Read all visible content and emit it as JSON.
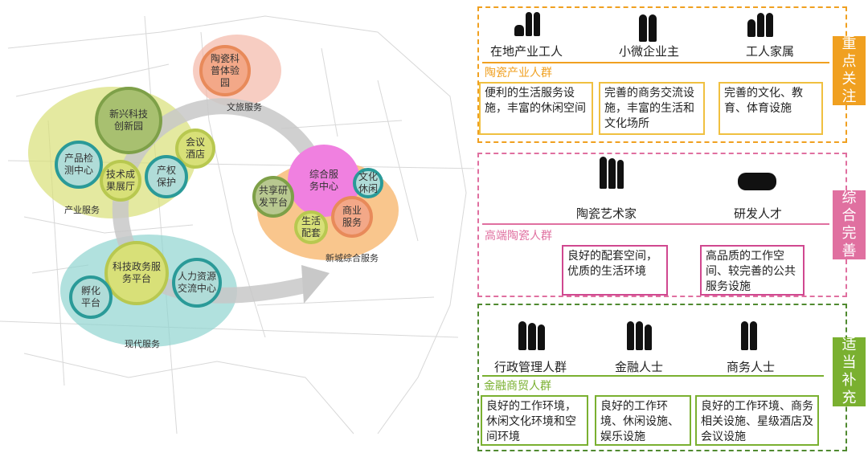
{
  "map": {
    "clusters": [
      {
        "label": "文旅服务",
        "color": "#f4b8a8"
      },
      {
        "label": "产业服务",
        "color": "#d8e078"
      },
      {
        "label": "新城综合服务",
        "color": "#f8b870"
      },
      {
        "label": "现代服务",
        "color": "#90d4d0"
      }
    ],
    "nodes": {
      "taoci": "陶瓷科普体验园",
      "xinxing": "新兴科技创新园",
      "huiyi": "会议酒店",
      "chanpin": "产品检测中心",
      "jishu": "技术成果展厅",
      "chanquan": "产权保护",
      "zonghe": "综合服务中心",
      "wenhua": "文化休闲",
      "gongxiang": "共享研发平台",
      "shenghuo": "生活配套",
      "shangye": "商业服务",
      "keji": "科技政务服务平台",
      "renli": "人力资源交流中心",
      "fuhua": "孵化平台"
    }
  },
  "groups": [
    {
      "side": "重点关注",
      "color": "#f0a020",
      "category": "陶瓷产业人群",
      "people": [
        "在地产业工人",
        "小微企业主",
        "工人家属"
      ],
      "needs": [
        "便利的生活服务设施，丰富的休闲空间",
        "完善的商务交流设施，丰富的生活和文化场所",
        "完善的文化、教育、体育设施"
      ]
    },
    {
      "side": "综合完善",
      "color": "#e070a0",
      "category": "高端陶瓷人群",
      "people": [
        "陶瓷艺术家",
        "研发人才"
      ],
      "needs": [
        "良好的配套空间，优质的生活环境",
        "高品质的工作空间、较完善的公共服务设施"
      ]
    },
    {
      "side": "适当补充",
      "color": "#7ab030",
      "category": "金融商贸人群",
      "people": [
        "行政管理人群",
        "金融人士",
        "商务人士"
      ],
      "needs": [
        "良好的工作环境，休闲文化环境和空间环境",
        "良好的工作环境、休闲设施、娱乐设施",
        "良好的工作环境、商务相关设施、星级酒店及会议设施"
      ]
    }
  ]
}
